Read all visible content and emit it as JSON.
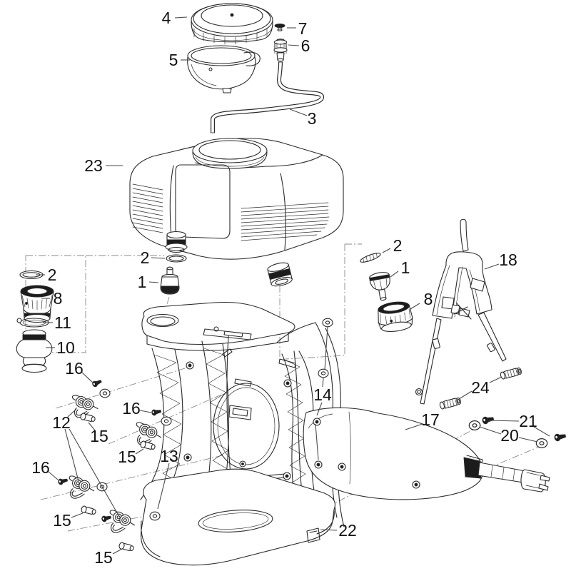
{
  "diagram": {
    "background": "#ffffff",
    "line_color": "#2a2a2a",
    "construction_line_color": "#8a8a8a",
    "label_color": "#111111"
  },
  "callouts": [
    "4",
    "7",
    "6",
    "5",
    "3",
    "23",
    "2",
    "1",
    "2",
    "8",
    "11",
    "10",
    "2",
    "1",
    "8",
    "18",
    "24",
    "17",
    "21",
    "20",
    "16",
    "12",
    "15",
    "16",
    "15",
    "13",
    "14",
    "16",
    "15",
    "15",
    "22"
  ]
}
